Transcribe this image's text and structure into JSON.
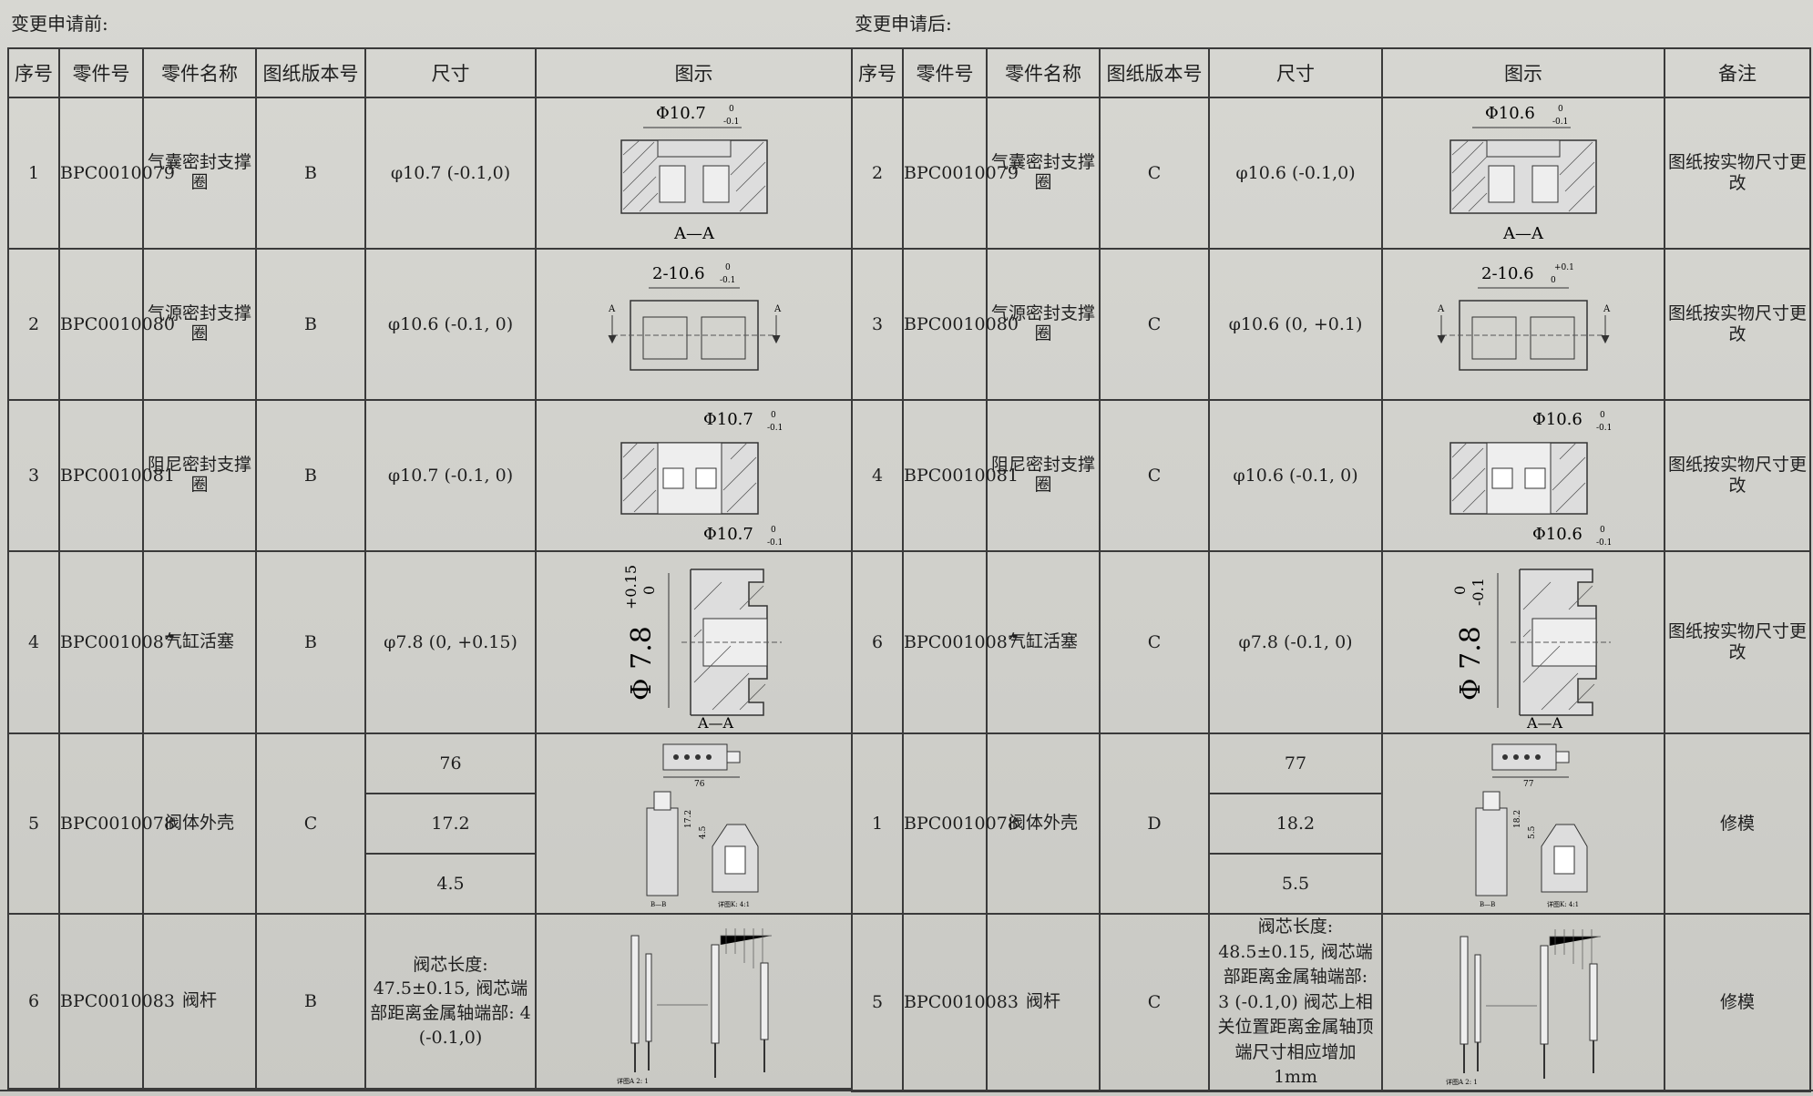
{
  "before": {
    "caption": "变更申请前:",
    "headers": [
      "序号",
      "零件号",
      "零件名称",
      "图纸版本号",
      "尺寸",
      "图示"
    ],
    "rows": [
      {
        "seq": "1",
        "part_no": "BPC0010079",
        "name": "气囊密封支撑圈",
        "rev": "B",
        "size": "φ10.7 (-0.1,0)",
        "fig": {
          "dim": "Φ10.7",
          "tol_upper": "0",
          "tol_lower": "-0.1",
          "section": "A—A"
        }
      },
      {
        "seq": "2",
        "part_no": "BPC0010080",
        "name": "气源密封支撑圈",
        "rev": "B",
        "size": "φ10.6 (-0.1, 0)",
        "fig": {
          "dim": "2-10.6",
          "tol_upper": "0",
          "tol_lower": "-0.1",
          "arrow": "A"
        }
      },
      {
        "seq": "3",
        "part_no": "BPC0010081",
        "name": "阻尼密封支撑圈",
        "rev": "B",
        "size": "φ10.7 (-0.1, 0)",
        "fig": {
          "dim": "Φ10.7",
          "tol_upper": "0",
          "tol_lower": "-0.1"
        }
      },
      {
        "seq": "4",
        "part_no": "BPC0010087",
        "name": "气缸活塞",
        "rev": "B",
        "size": "φ7.8 (0, +0.15)",
        "fig": {
          "dim": "Φ 7.8",
          "tol_upper": "+0.15",
          "tol_lower": "0",
          "section": "A—A"
        }
      },
      {
        "seq": "5",
        "part_no": "BPC0010078",
        "name": "阀体外壳",
        "rev": "C",
        "sizes": [
          "76",
          "17.2",
          "4.5"
        ],
        "fig": {
          "d1": "76",
          "d2": "17.2",
          "d3": "4.5",
          "cap1": "B—B",
          "cap2": "详图K: 4:1"
        }
      },
      {
        "seq": "6",
        "part_no": "BPC0010083",
        "name": "阀杆",
        "rev": "B",
        "size": "阀芯长度: 47.5±0.15, 阀芯端部距离金属轴端部: 4 (-0.1,0)",
        "fig": {
          "cap": "详图A 2: 1"
        }
      }
    ]
  },
  "after": {
    "caption": "变更申请后:",
    "headers": [
      "序号",
      "零件号",
      "零件名称",
      "图纸版本号",
      "尺寸",
      "图示",
      "备注"
    ],
    "rows": [
      {
        "seq": "2",
        "part_no": "BPC0010079",
        "name": "气囊密封支撑圈",
        "rev": "C",
        "size": "φ10.6 (-0.1,0)",
        "fig": {
          "dim": "Φ10.6",
          "tol_upper": "0",
          "tol_lower": "-0.1",
          "section": "A—A"
        },
        "remark": "图纸按实物尺寸更改"
      },
      {
        "seq": "3",
        "part_no": "BPC0010080",
        "name": "气源密封支撑圈",
        "rev": "C",
        "size": "φ10.6 (0, +0.1)",
        "fig": {
          "dim": "2-10.6",
          "tol_upper": "+0.1",
          "tol_lower": "0",
          "arrow": "A"
        },
        "remark": "图纸按实物尺寸更改"
      },
      {
        "seq": "4",
        "part_no": "BPC0010081",
        "name": "阻尼密封支撑圈",
        "rev": "C",
        "size": "φ10.6 (-0.1, 0)",
        "fig": {
          "dim": "Φ10.6",
          "tol_upper": "0",
          "tol_lower": "-0.1"
        },
        "remark": "图纸按实物尺寸更改"
      },
      {
        "seq": "6",
        "part_no": "BPC0010087",
        "name": "气缸活塞",
        "rev": "C",
        "size": "φ7.8 (-0.1, 0)",
        "fig": {
          "dim": "Φ 7.8",
          "tol_upper": "0",
          "tol_lower": "-0.1",
          "section": "A—A"
        },
        "remark": "图纸按实物尺寸更改"
      },
      {
        "seq": "1",
        "part_no": "BPC0010078",
        "name": "阀体外壳",
        "rev": "D",
        "sizes": [
          "77",
          "18.2",
          "5.5"
        ],
        "fig": {
          "d1": "77",
          "d2": "18.2",
          "d3": "5.5",
          "cap1": "B—B",
          "cap2": "详图K: 4:1"
        },
        "remark": "修模"
      },
      {
        "seq": "5",
        "part_no": "BPC0010083",
        "name": "阀杆",
        "rev": "C",
        "size": "阀芯长度: 48.5±0.15, 阀芯端部距离金属轴端部: 3 (-0.1,0) 阀芯上相关位置距离金属轴顶端尺寸相应增加1mm",
        "fig": {
          "cap": "详图A 2: 1"
        },
        "remark": "修模"
      }
    ]
  }
}
